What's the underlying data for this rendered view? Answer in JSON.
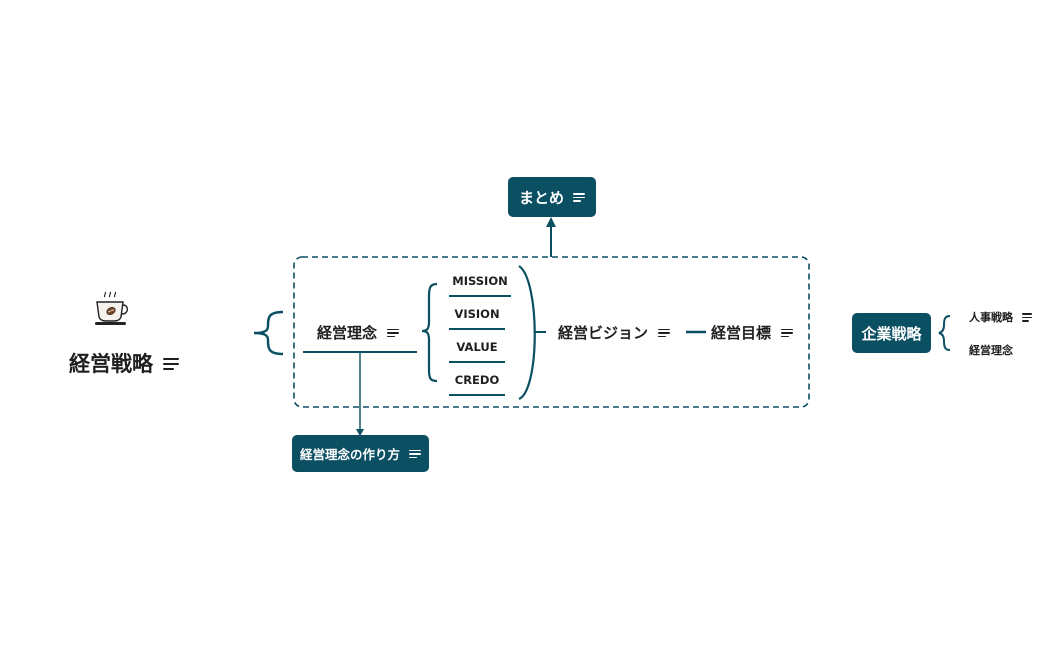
{
  "root": {
    "label": "経営戦略",
    "icon": "coffee-cup-icon"
  },
  "summary": {
    "label": "まとめ"
  },
  "main": {
    "philosophy": "経営理念",
    "values": [
      "MISSION",
      "VISION",
      "VALUE",
      "CREDO"
    ],
    "vision": "経営ビジョン",
    "goal": "経営目標"
  },
  "howto": {
    "label": "経営理念の作り方"
  },
  "corporate": {
    "label": "企業戦略",
    "children": [
      "人事戦略",
      "経営理念"
    ]
  },
  "colors": {
    "accent": "#0b4f63",
    "text": "#1f1f1f"
  },
  "icons": [
    "notes-icon",
    "coffee-cup-icon",
    "brace-icon",
    "arrow-icon"
  ]
}
